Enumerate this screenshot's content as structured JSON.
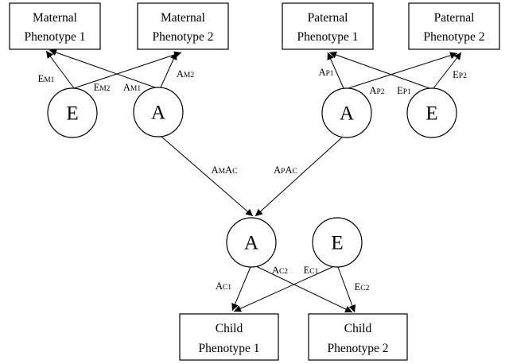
{
  "boxes": {
    "maternal_1": {
      "line1": "Maternal",
      "line2": "Phenotype 1"
    },
    "maternal_2": {
      "line1": "Maternal",
      "line2": "Phenotype 2"
    },
    "paternal_1": {
      "line1": "Paternal",
      "line2": "Phenotype 1"
    },
    "paternal_2": {
      "line1": "Paternal",
      "line2": "Phenotype 2"
    },
    "child_1": {
      "line1": "Child",
      "line2": "Phenotype 1"
    },
    "child_2": {
      "line1": "Child",
      "line2": "Phenotype 2"
    }
  },
  "nodes": {
    "maternal_e": "E",
    "maternal_a": "A",
    "paternal_a": "A",
    "paternal_e": "E",
    "child_a": "A",
    "child_e": "E"
  },
  "paths": {
    "em1": {
      "base": "E",
      "sub": "M1"
    },
    "em2": {
      "base": "E",
      "sub": "M2"
    },
    "am1": {
      "base": "A",
      "sub": "M1"
    },
    "am2": {
      "base": "A",
      "sub": "M2"
    },
    "ap1": {
      "base": "A",
      "sub": "P1"
    },
    "ap2": {
      "base": "A",
      "sub": "P2"
    },
    "ep1": {
      "base": "E",
      "sub": "P1"
    },
    "ep2": {
      "base": "E",
      "sub": "P2"
    },
    "amac": {
      "base1": "A",
      "sub1": "M",
      "base2": "A",
      "sub2": "C"
    },
    "apac": {
      "base1": "A",
      "sub1": "P",
      "base2": "A",
      "sub2": "C"
    },
    "ac1": {
      "base": "A",
      "sub": "C1"
    },
    "ac2": {
      "base": "A",
      "sub": "C2"
    },
    "ec1": {
      "base": "E",
      "sub": "C1"
    },
    "ec2": {
      "base": "E",
      "sub": "C2"
    }
  }
}
